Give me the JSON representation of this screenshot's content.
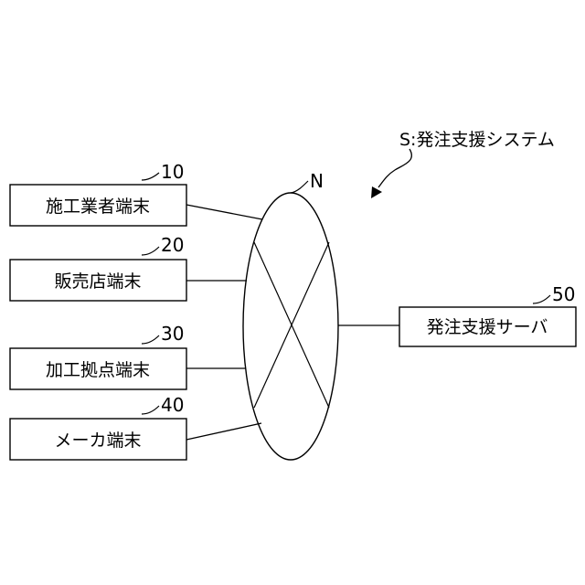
{
  "system": {
    "label": "S:発注支援システム"
  },
  "network": {
    "label": "N"
  },
  "terminals": [
    {
      "ref": "10",
      "label": "施工業者端末"
    },
    {
      "ref": "20",
      "label": "販売店端末"
    },
    {
      "ref": "30",
      "label": "加工拠点端末"
    },
    {
      "ref": "40",
      "label": "メーカ端末"
    }
  ],
  "server": {
    "ref": "50",
    "label": "発注支援サーバ"
  },
  "colors": {
    "stroke": "#000000",
    "background": "#ffffff"
  }
}
